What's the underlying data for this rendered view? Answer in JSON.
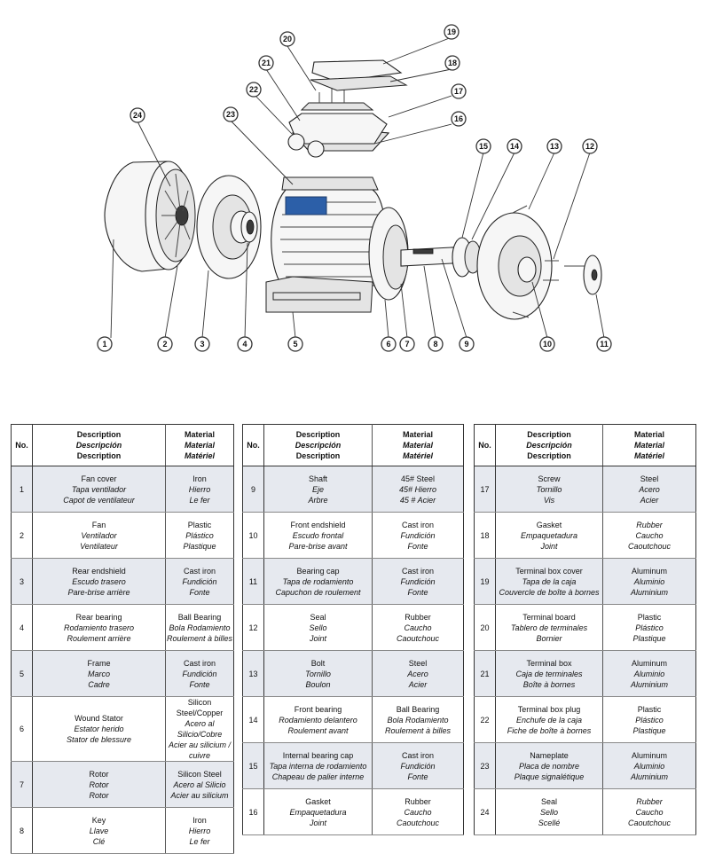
{
  "callouts": [
    "1",
    "2",
    "3",
    "4",
    "5",
    "6",
    "7",
    "8",
    "9",
    "10",
    "11",
    "12",
    "13",
    "14",
    "15",
    "16",
    "17",
    "18",
    "19",
    "20",
    "21",
    "22",
    "23",
    "24"
  ],
  "table": {
    "headers": {
      "no": "No.",
      "desc_en": "Description",
      "desc_es": "Descripción",
      "desc_fr": "Description",
      "mat_en": "Material",
      "mat_es": "Material",
      "mat_fr": "Matériel"
    },
    "rows": [
      {
        "no": "1",
        "en": "Fan cover",
        "es": "Tapa ventilador",
        "fr": "Capot de ventilateur",
        "m_en": "Iron",
        "m_es": "Hierro",
        "m_fr": "Le fer"
      },
      {
        "no": "2",
        "en": "Fan",
        "es": "Ventilador",
        "fr": "Ventilateur",
        "m_en": "Plastic",
        "m_es": "Plástico",
        "m_fr": "Plastique"
      },
      {
        "no": "3",
        "en": "Rear endshield",
        "es": "Escudo trasero",
        "fr": "Pare-brise arrière",
        "m_en": "Cast iron",
        "m_es": "Fundición",
        "m_fr": "Fonte"
      },
      {
        "no": "4",
        "en": "Rear bearing",
        "es": "Rodamiento trasero",
        "fr": "Roulement arrière",
        "m_en": "Ball Bearing",
        "m_es": "Bola Rodamiento",
        "m_fr": "Roulement à billes"
      },
      {
        "no": "5",
        "en": "Frame",
        "es": "Marco",
        "fr": "Cadre",
        "m_en": "Cast iron",
        "m_es": "Fundición",
        "m_fr": "Fonte"
      },
      {
        "no": "6",
        "en": "Wound Stator",
        "es": "Estator herido",
        "fr": "Stator de blessure",
        "m_en": "Silicon Steel/Copper",
        "m_es": "Acero al Silicio/Cobre",
        "m_fr": "Acier au silicium / cuivre"
      },
      {
        "no": "7",
        "en": "Rotor",
        "es": "Rotor",
        "fr": "Rotor",
        "m_en": "Silicon Steel",
        "m_es": "Acero al Silicio",
        "m_fr": "Acier au silicium"
      },
      {
        "no": "8",
        "en": "Key",
        "es": "Llave",
        "fr": "Clé",
        "m_en": "Iron",
        "m_es": "Hierro",
        "m_fr": "Le fer"
      },
      {
        "no": "9",
        "en": "Shaft",
        "es": "Eje",
        "fr": "Arbre",
        "m_en": "45# Steel",
        "m_es": "45# Hierro",
        "m_fr": "45 # Acier"
      },
      {
        "no": "10",
        "en": "Front endshield",
        "es": "Escudo frontal",
        "fr": "Pare-brise avant",
        "m_en": "Cast iron",
        "m_es": "Fundición",
        "m_fr": "Fonte"
      },
      {
        "no": "11",
        "en": "Bearing cap",
        "es": "Tapa de rodamiento",
        "fr": "Capuchon de roulement",
        "m_en": "Cast iron",
        "m_es": "Fundición",
        "m_fr": "Fonte"
      },
      {
        "no": "12",
        "en": "Seal",
        "es": "Sello",
        "fr": "Joint",
        "m_en": "Rubber",
        "m_es": "Caucho",
        "m_fr": "Caoutchouc"
      },
      {
        "no": "13",
        "en": "Bolt",
        "es": "Tornillo",
        "fr": "Boulon",
        "m_en": "Steel",
        "m_es": "Acero",
        "m_fr": "Acier"
      },
      {
        "no": "14",
        "en": "Front bearing",
        "es": "Rodamiento delantero",
        "fr": "Roulement avant",
        "m_en": "Ball Bearing",
        "m_es": "Bola Rodamiento",
        "m_fr": "Roulement à billes"
      },
      {
        "no": "15",
        "en": "Internal bearing cap",
        "es": "Tapa interna de rodamiento",
        "fr": "Chapeau de palier interne",
        "m_en": "Cast iron",
        "m_es": "Fundición",
        "m_fr": "Fonte"
      },
      {
        "no": "16",
        "en": "Gasket",
        "es": "Empaquetadura",
        "fr": "Joint",
        "m_en": "Rubber",
        "m_es": "Caucho",
        "m_fr": "Caoutchouc"
      },
      {
        "no": "17",
        "en": "Screw",
        "es": "Tornillo",
        "fr": "Vis",
        "m_en": "Steel",
        "m_es": "Acero",
        "m_fr": "Acier"
      },
      {
        "no": "18",
        "en": "Gasket",
        "es": "Empaquetadura",
        "fr": "Joint",
        "m_en": "Rubber",
        "m_es": "Caucho",
        "m_fr": "Caoutchouc"
      },
      {
        "no": "19",
        "en": "Terminal box cover",
        "es": "Tapa de la caja",
        "fr": "Couvercle de boîte à bornes",
        "m_en": "Aluminum",
        "m_es": "Aluminio",
        "m_fr": "Aluminium"
      },
      {
        "no": "20",
        "en": "Terminal board",
        "es": "Tablero de terminales",
        "fr": "Bornier",
        "m_en": "Plastic",
        "m_es": "Plástico",
        "m_fr": "Plastique"
      },
      {
        "no": "21",
        "en": "Terminal box",
        "es": "Caja de terminales",
        "fr": "Boîte à bornes",
        "m_en": "Aluminum",
        "m_es": "Aluminio",
        "m_fr": "Aluminium"
      },
      {
        "no": "22",
        "en": "Terminal box plug",
        "es": "Enchufe de la caja",
        "fr": "Fiche de boîte à bornes",
        "m_en": "Plastic",
        "m_es": "Plástico",
        "m_fr": "Plastique"
      },
      {
        "no": "23",
        "en": "Nameplate",
        "es": "Placa de nombre",
        "fr": "Plaque signalétique",
        "m_en": "Aluminum",
        "m_es": "Aluminio",
        "m_fr": "Aluminium"
      },
      {
        "no": "24",
        "en": "Seal",
        "es": "Sello",
        "fr": "Scellé",
        "m_en": "Rubber",
        "m_es": "Caucho",
        "m_fr": "Caoutchouc"
      }
    ]
  }
}
